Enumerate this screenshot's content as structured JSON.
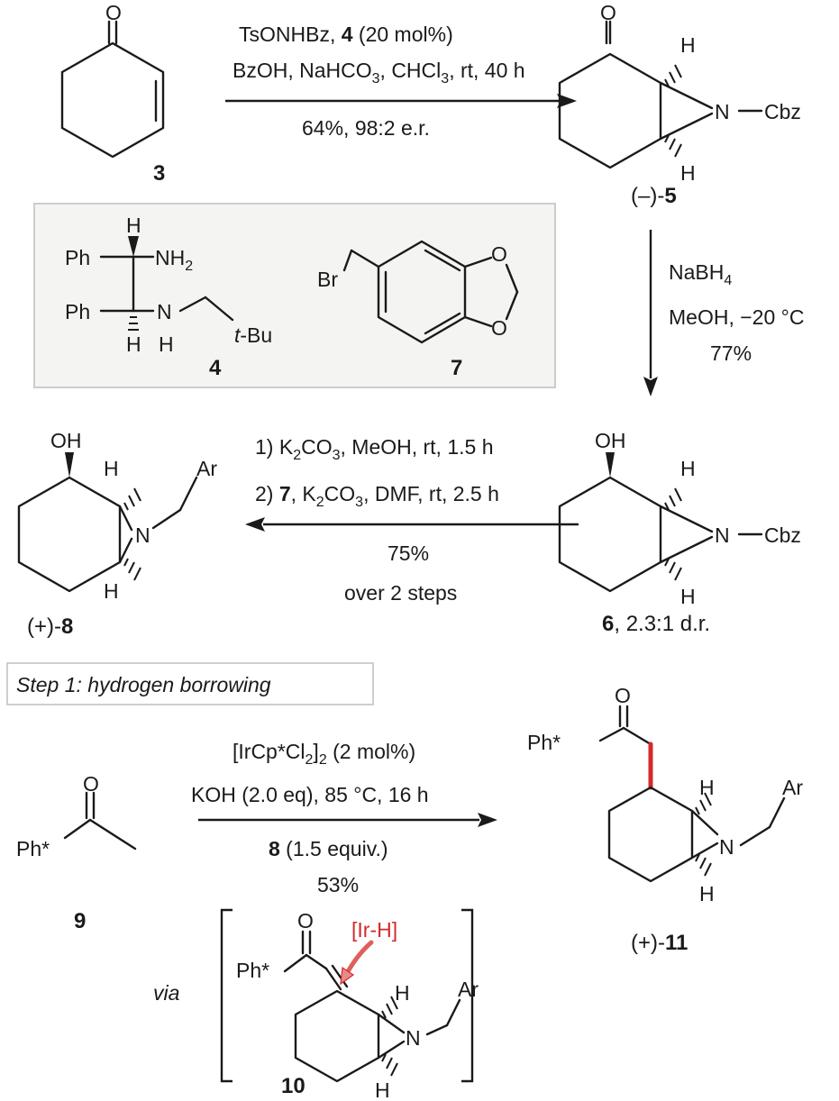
{
  "reaction1": {
    "line1_pre": "TsONHBz, ",
    "line1_cat": "4",
    "line1_post": " (20 mol%)",
    "line2_pre": "BzOH, NaHCO",
    "line2_sub1": "3",
    "line2_mid": ", CHCl",
    "line2_sub2": "3",
    "line2_post": ", rt, 40 h",
    "line3": "64%, 98:2 e.r."
  },
  "reaction2": {
    "line1_pre": "NaBH",
    "line1_sub": "4",
    "line2": "MeOH, −20 °C",
    "line3": "77%"
  },
  "reaction3": {
    "line1_pre": "1) K",
    "line1_sub": "2",
    "line1_post": "CO",
    "line1_sub2": "3",
    "line1_end": ", MeOH, rt, 1.5 h",
    "line2_pre": "2) ",
    "line2_cmp": "7",
    "line2_mid": ", K",
    "line2_sub": "2",
    "line2_post": "CO",
    "line2_sub2": "3",
    "line2_end": ", DMF, rt, 2.5 h",
    "line3": "75%",
    "line4": "over 2 steps"
  },
  "step_label": "Step 1: hydrogen borrowing",
  "reaction4": {
    "line1_pre": "[IrCp*Cl",
    "line1_sub": "2",
    "line1_mid": "]",
    "line1_sub2": "2",
    "line1_post": " (2 mol%)",
    "line2": "KOH (2.0 eq), 85 °C, 16 h",
    "line3_cmp": "8",
    "line3_post": " (1.5 equiv.)",
    "line4": "53%"
  },
  "via": "via",
  "ir_h": "[Ir-H]",
  "compounds": {
    "c3": "3",
    "c5_pre": "(–)-",
    "c5": "5",
    "c4": "4",
    "c7": "7",
    "c6": "6",
    "c6_post": ", 2.3:1 d.r.",
    "c8_pre": "(+)-",
    "c8": "8",
    "c9": "9",
    "c10": "10",
    "c11_pre": "(+)-",
    "c11": "11"
  },
  "atoms": {
    "O": "O",
    "H": "H",
    "N": "N",
    "OH": "OH",
    "Cbz": "Cbz",
    "Ph": "Ph",
    "NH": "NH",
    "NH_sub": "2",
    "tBu_t": "t",
    "tBu": "-Bu",
    "Br": "Br",
    "Ar": "Ar",
    "Ph_star": "Ph*"
  }
}
